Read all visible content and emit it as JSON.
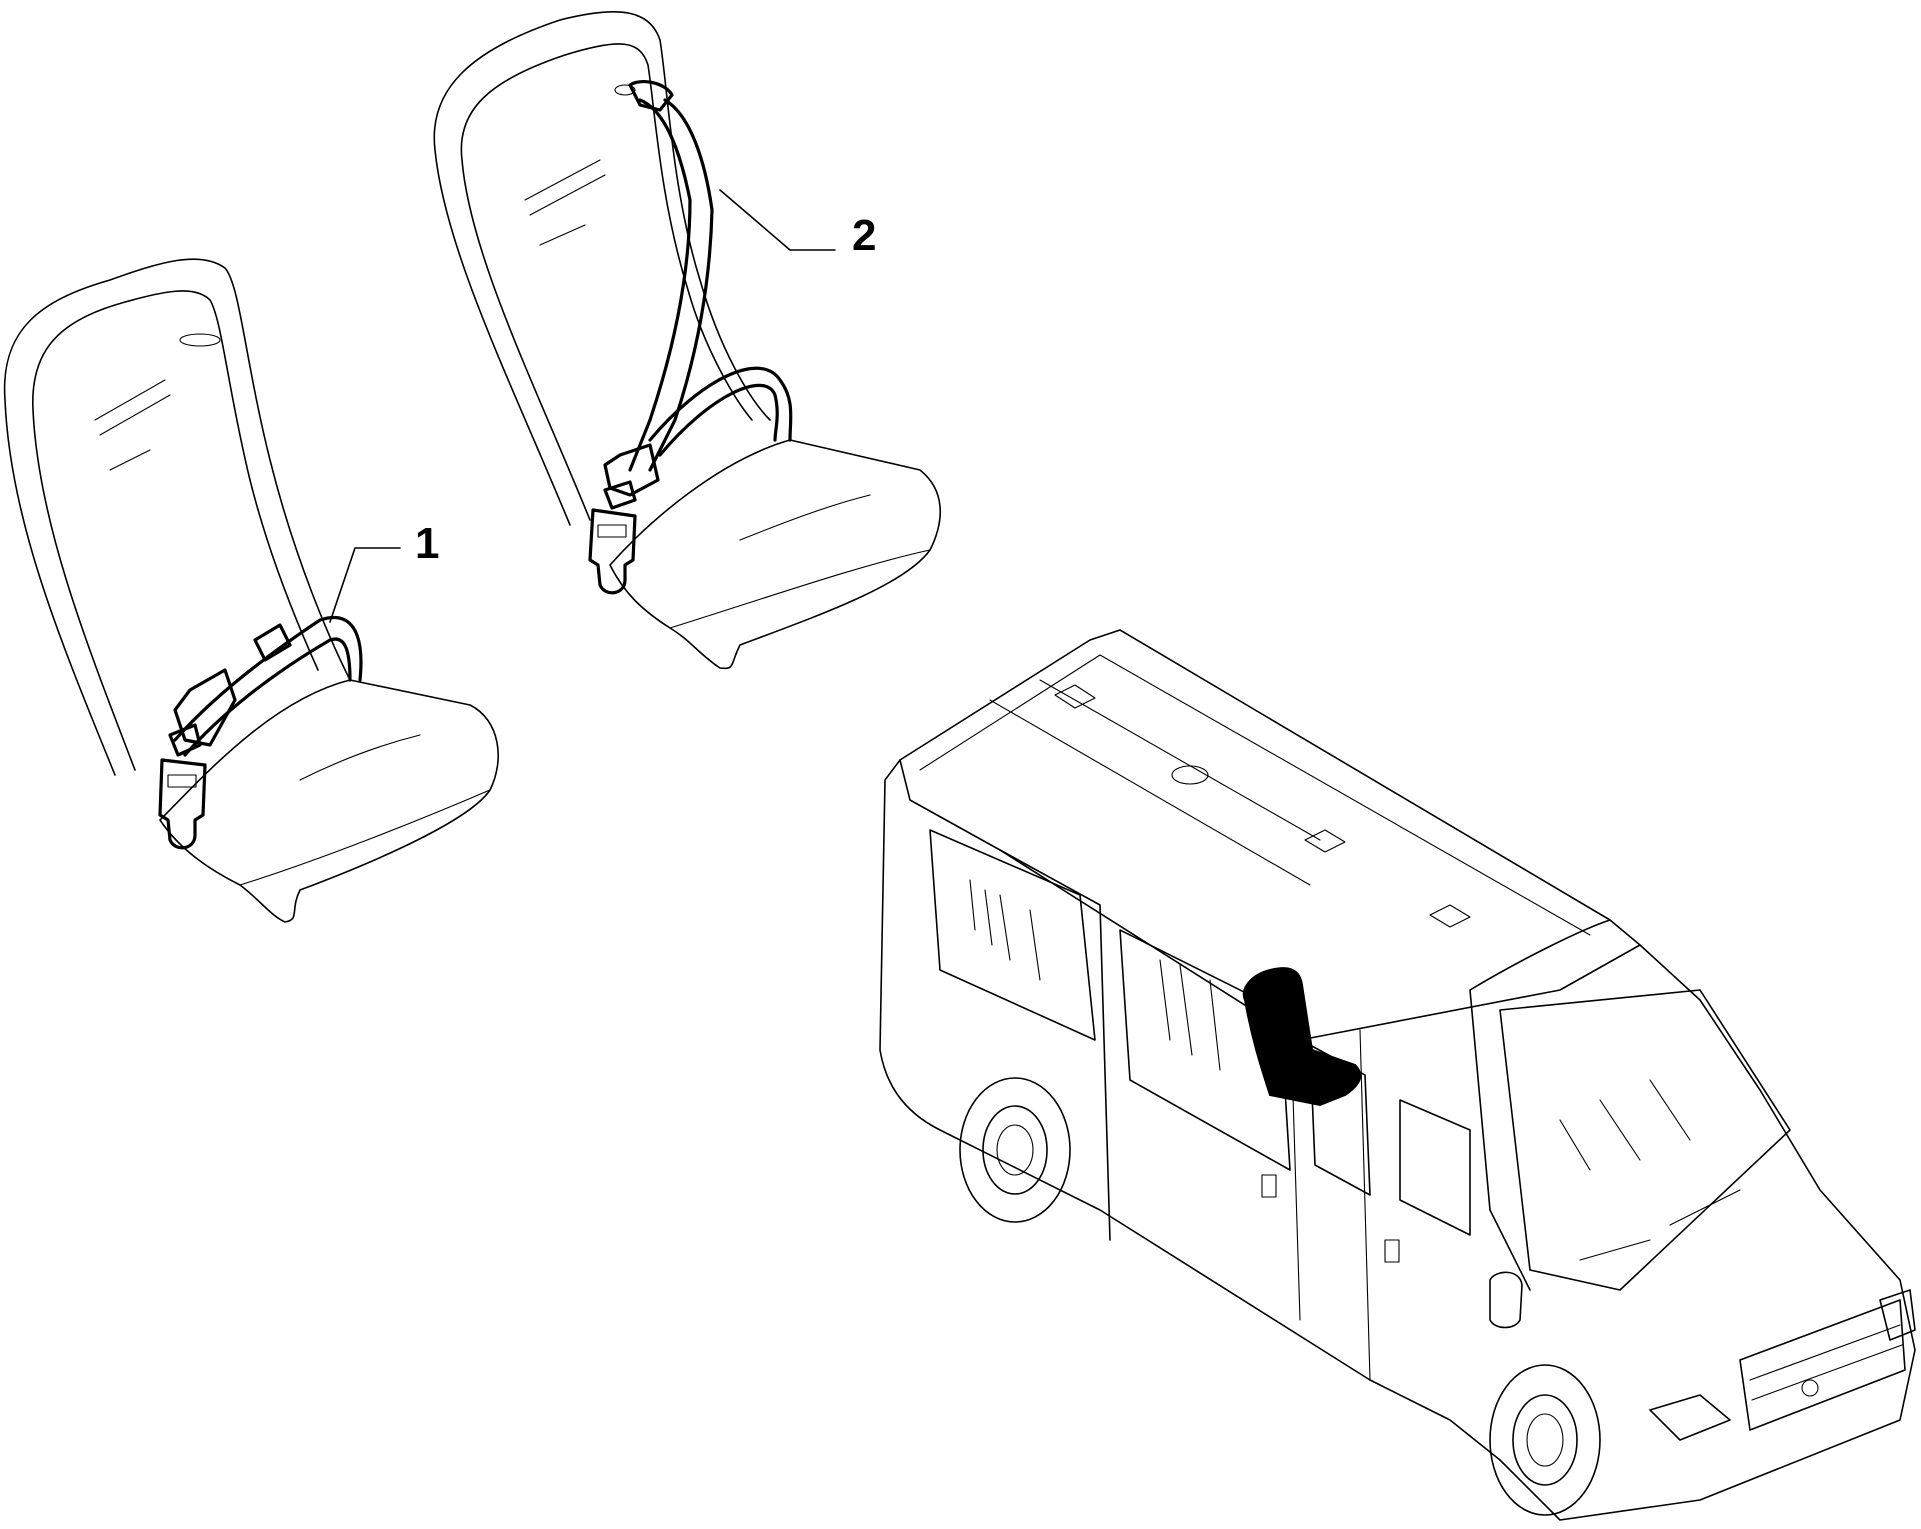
{
  "callouts": [
    {
      "number": "1",
      "part": "lap-belt"
    },
    {
      "number": "2",
      "part": "three-point-belt"
    }
  ],
  "colors": {
    "line": "#000000",
    "background": "#ffffff",
    "highlight_seat": "#000000"
  }
}
